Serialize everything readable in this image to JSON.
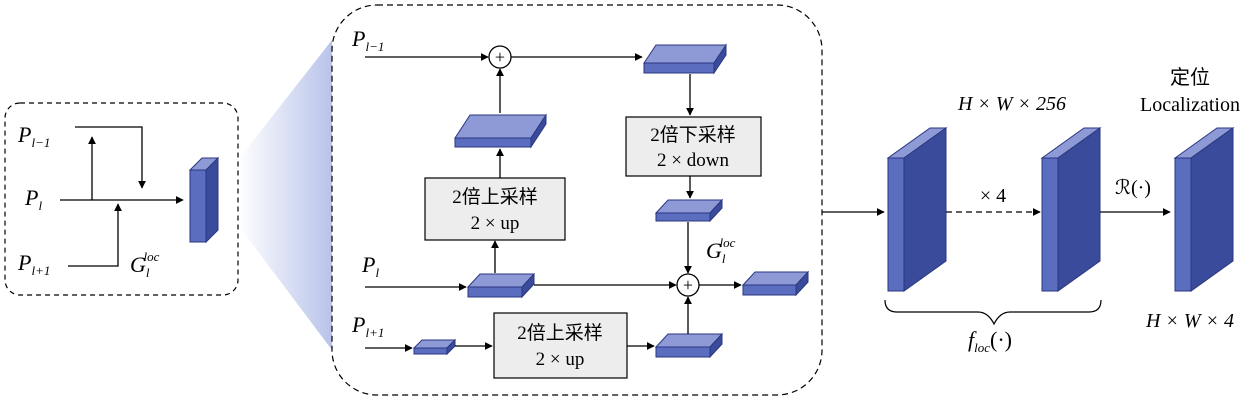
{
  "colors": {
    "block_top": "#8d9ad6",
    "block_front": "#5a6dbf",
    "block_side": "#394b9a",
    "cone": "#c4cced",
    "box_fill": "#ededed",
    "line": "#000000"
  },
  "left_panel": {
    "p_prev": {
      "base": "P",
      "sub": "l−1"
    },
    "p_cur": {
      "base": "P",
      "sub": "l"
    },
    "p_next": {
      "base": "P",
      "sub": "l+1"
    },
    "g_loc": {
      "base": "G",
      "sub": "l",
      "sup": "loc"
    }
  },
  "detail": {
    "p_prev": {
      "base": "P",
      "sub": "l−1"
    },
    "p_cur": {
      "base": "P",
      "sub": "l"
    },
    "p_next": {
      "base": "P",
      "sub": "l+1"
    },
    "up_box_1": {
      "line1": "2倍上采样",
      "line2": "2 × up"
    },
    "down_box": {
      "line1": "2倍下采样",
      "line2": "2 × down"
    },
    "up_box_2": {
      "line1": "2倍上采样",
      "line2": "2 × up"
    },
    "g_loc": {
      "base": "G",
      "sub": "l",
      "sup": "loc"
    },
    "add_symbol": "+"
  },
  "right": {
    "size_top": "H × W × 256",
    "repeat": "× 4",
    "f_loc": {
      "base": "f",
      "sub": "loc",
      "tail": "(·)"
    },
    "r_op": "ℛ(·)",
    "title_cn": "定位",
    "title_en": "Localization",
    "size_bottom": "H × W × 4"
  }
}
